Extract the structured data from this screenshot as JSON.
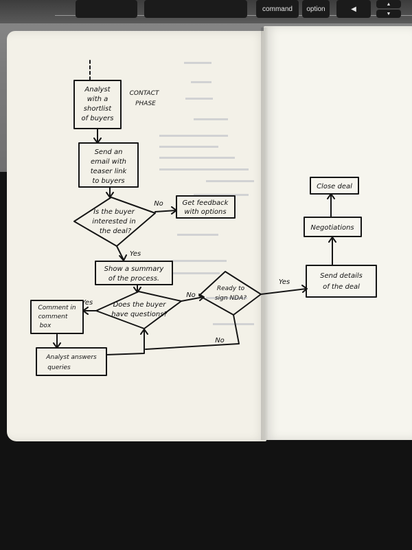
{
  "laptop": {
    "keys": [
      "command",
      "option",
      "◀",
      "▲",
      "▼"
    ]
  },
  "flowchart": {
    "nodes": {
      "analyst_shortlist": [
        "Analyst",
        "with a",
        "shortlist",
        "of buyers"
      ],
      "contact_phase": [
        "CONTACT",
        "PHASE"
      ],
      "send_email": [
        "Send an",
        "email with",
        "teaser link",
        "to buyers"
      ],
      "buyer_interested": [
        "Is the buyer",
        "interested in",
        "the deal?"
      ],
      "get_feedback": [
        "Get feedback",
        "with options"
      ],
      "show_summary": [
        "Show a summary",
        "of the process."
      ],
      "buyer_questions": [
        "Does the buyer",
        "have questions?"
      ],
      "comment_box": [
        "Comment in",
        "comment",
        "box"
      ],
      "analyst_answers": [
        "Analyst answers",
        "queries"
      ],
      "ready_nda": [
        "Ready to",
        "sign NDA?"
      ],
      "send_details": [
        "Send details",
        "of the deal"
      ],
      "negotiations": [
        "Negotiations"
      ],
      "close_deal": [
        "Close deal"
      ]
    },
    "edge_labels": {
      "interested_no": "No",
      "interested_yes": "Yes",
      "questions_yes": "Yes",
      "questions_no": "No",
      "nda_no": "No",
      "nda_yes": "Yes"
    }
  }
}
